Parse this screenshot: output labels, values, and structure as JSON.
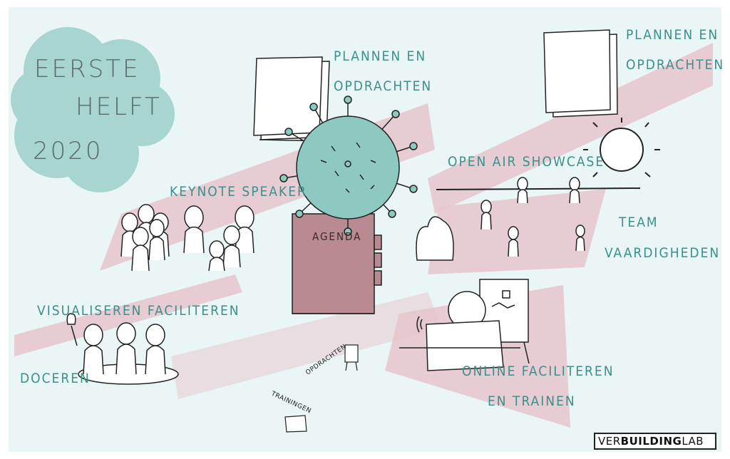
{
  "title_cloud": {
    "line1": "EERSTE",
    "line2": "HELFT",
    "line3": "2020"
  },
  "labels": {
    "plannen_left": "PLANNEN EN",
    "opdrachten_left": "OPDRACHTEN",
    "plannen_right": "PLANNEN EN",
    "opdrachten_right": "OPDRACHTEN",
    "keynote": "KEYNOTE SPEAKER",
    "visualiseren": "VISUALISEREN FACILITEREN",
    "doceren": "DOCEREN",
    "open_air": "OPEN AIR SHOWCASE",
    "team": "TEAM",
    "vaardigheden": "VAARDIGHEDEN",
    "online1": "ONLINE FACILITEREN",
    "online2": "EN TRAINEN",
    "agenda": "AGENDA",
    "opdrachten_small": "OPDRACHTEN",
    "trainingen_small": "TRAININGEN"
  },
  "logo": {
    "part1": "VER",
    "part2": "BUILDING",
    "part3": "LAB"
  },
  "colors": {
    "background": "#eaf6f5",
    "cloud": "#a8d5cf",
    "ribbon": "#e6c4cc",
    "virus": "#8ec9c1",
    "agenda_book": "#b98a92",
    "text_teal": "#3c8f8a"
  },
  "icons": [
    "virus-icon",
    "agenda-book-icon",
    "paper-stack-icon",
    "sun-icon",
    "laptop-icon",
    "flipchart-icon",
    "people-icon",
    "lightbulb-icon"
  ]
}
